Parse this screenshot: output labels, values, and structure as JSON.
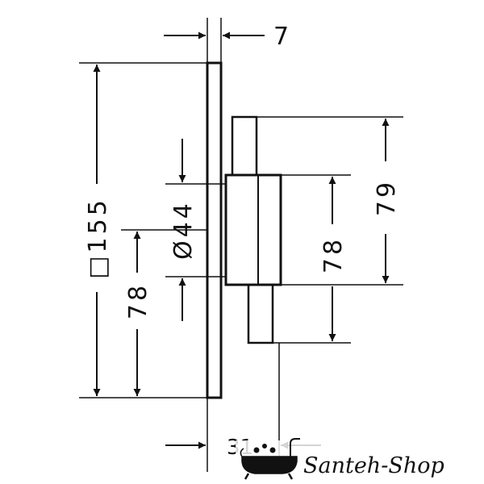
{
  "dimensions": {
    "plate_thickness": "7",
    "plate_square": "□155",
    "center_height": "78",
    "diameter": "Ø44",
    "valve_height": "79",
    "cartridge_height": "78",
    "depth": "31"
  },
  "brand": {
    "name": "Santeh-Shop",
    "icon": "bathtub-icon"
  },
  "colors": {
    "line": "#111111",
    "background": "#ffffff"
  }
}
